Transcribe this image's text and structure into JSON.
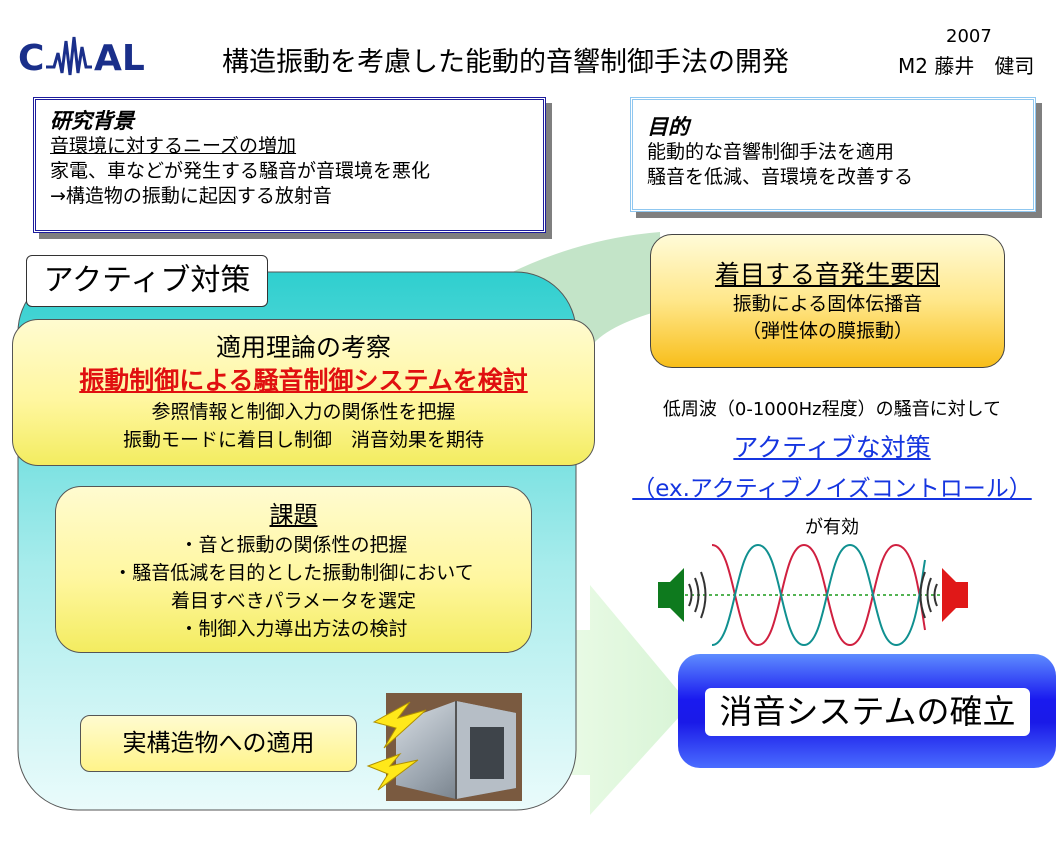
{
  "header": {
    "logo_text": "CAMAL",
    "title": "構造振動を考慮した能動的音響制御手法の開発",
    "year": "2007",
    "author": "M2 藤井　健司"
  },
  "background": {
    "heading": "研究背景",
    "lines": [
      "音環境に対するニーズの増加",
      "家電、車などが発生する騒音が音環境を悪化",
      "→構造物の振動に起因する放射音"
    ]
  },
  "purpose": {
    "heading": "目的",
    "lines": [
      "能動的な音響制御手法を適用",
      "騒音を低減、音環境を改善する"
    ]
  },
  "active": {
    "title": "アクティブ対策"
  },
  "theory": {
    "heading": "適用理論の考察",
    "highlight": "振動制御による騒音制御システムを検討",
    "lines": [
      "参照情報と制御入力の関係性を把握",
      "振動モードに着目し制御　消音効果を期待"
    ]
  },
  "issues": {
    "heading": "課題",
    "lines": [
      "・音と振動の関係性の把握",
      "・騒音低減を目的とした振動制御において",
      "着目すべきパラメータを選定",
      "・制御入力導出方法の検討"
    ]
  },
  "application": {
    "label": "実構造物への適用"
  },
  "noise_source": {
    "heading": "着目する音発生要因",
    "lines": [
      "振動による固体伝播音",
      "（弾性体の膜振動）"
    ]
  },
  "right_text": {
    "line1": "低周波（0-1000Hz程度）の騒音に対して",
    "link1": "アクティブな対策",
    "link2": "（ex.アクティブノイズコントロール）",
    "line2": "が有効"
  },
  "result": {
    "label": "消音システムの確立"
  },
  "colors": {
    "navy_border": "#1c1c9c",
    "light_blue_border": "#8fc7f0",
    "teal_panel": "#3ccfcf",
    "highlight_red": "#e01010",
    "link_blue": "#1535e0",
    "result_blue": "#1a1aef",
    "wave_red": "#d02040",
    "wave_teal": "#109090",
    "speaker_green": "#0e7a1e",
    "speaker_red": "#e01818"
  }
}
